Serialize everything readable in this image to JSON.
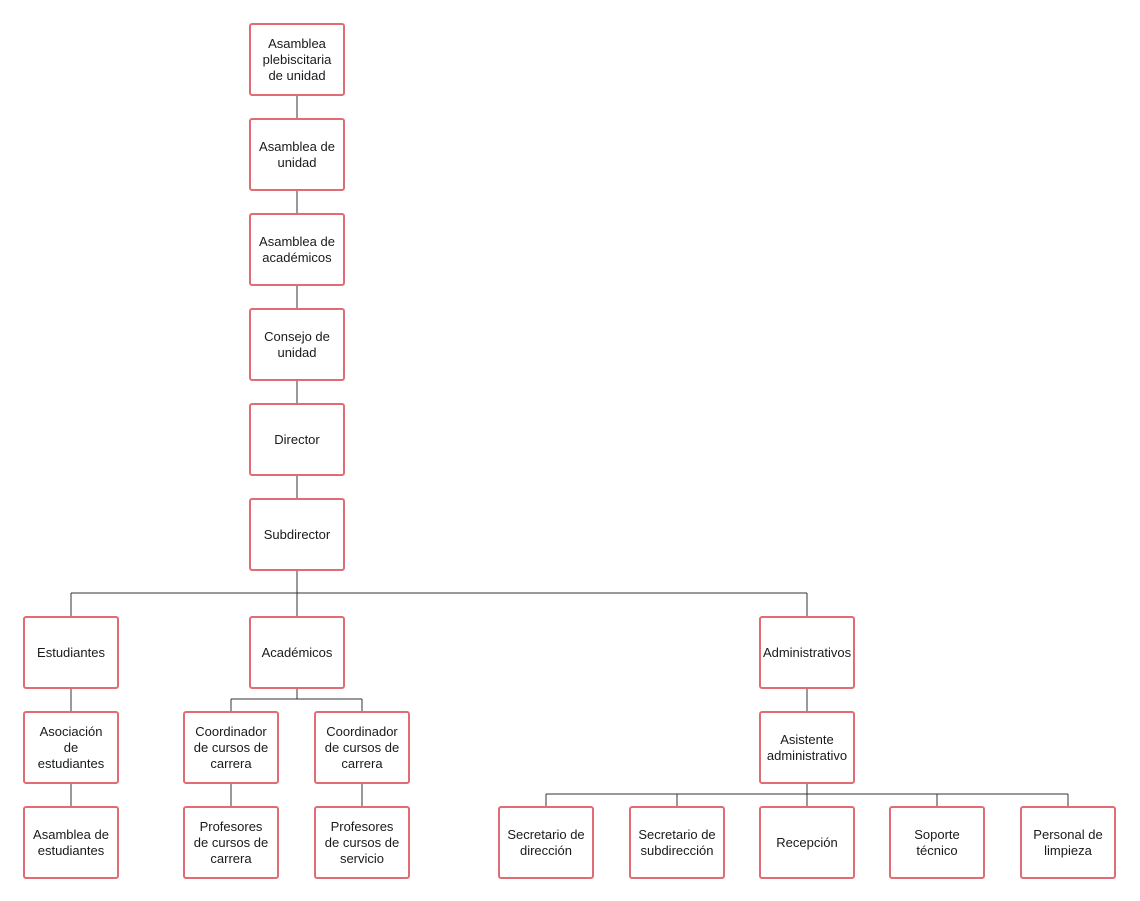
{
  "colors": {
    "border": "#e06c75",
    "line": "#333333",
    "text": "#1a1a1a",
    "background": "#ffffff"
  },
  "nodes": {
    "asamblea_plebiscitaria": "Asamblea\nplebiscitaria\nde unidad",
    "asamblea_unidad": "Asamblea de\nunidad",
    "asamblea_academicos": "Asamblea de\nacadémicos",
    "consejo_unidad": "Consejo de\nunidad",
    "director": "Director",
    "subdirector": "Subdirector",
    "estudiantes": "Estudiantes",
    "academicos": "Académicos",
    "administrativos": "Administrativos",
    "asociacion_estudiantes": "Asociación\nde\nestudiantes",
    "asamblea_estudiantes": "Asamblea de\nestudiantes",
    "coordinador_carrera_1": "Coordinador\nde cursos de\ncarrera",
    "coordinador_carrera_2": "Coordinador\nde cursos de\ncarrera",
    "profesores_carrera": "Profesores\nde cursos de\ncarrera",
    "profesores_servicio": "Profesores\nde cursos de\nservicio",
    "asistente_administrativo": "Asistente\nadministrativo",
    "secretario_direccion": "Secretario de\ndirección",
    "secretario_subdireccion": "Secretario de\nsubdirección",
    "recepcion": "Recepción",
    "soporte_tecnico": "Soporte\ntécnico",
    "personal_limpieza": "Personal de\nlimpieza"
  }
}
